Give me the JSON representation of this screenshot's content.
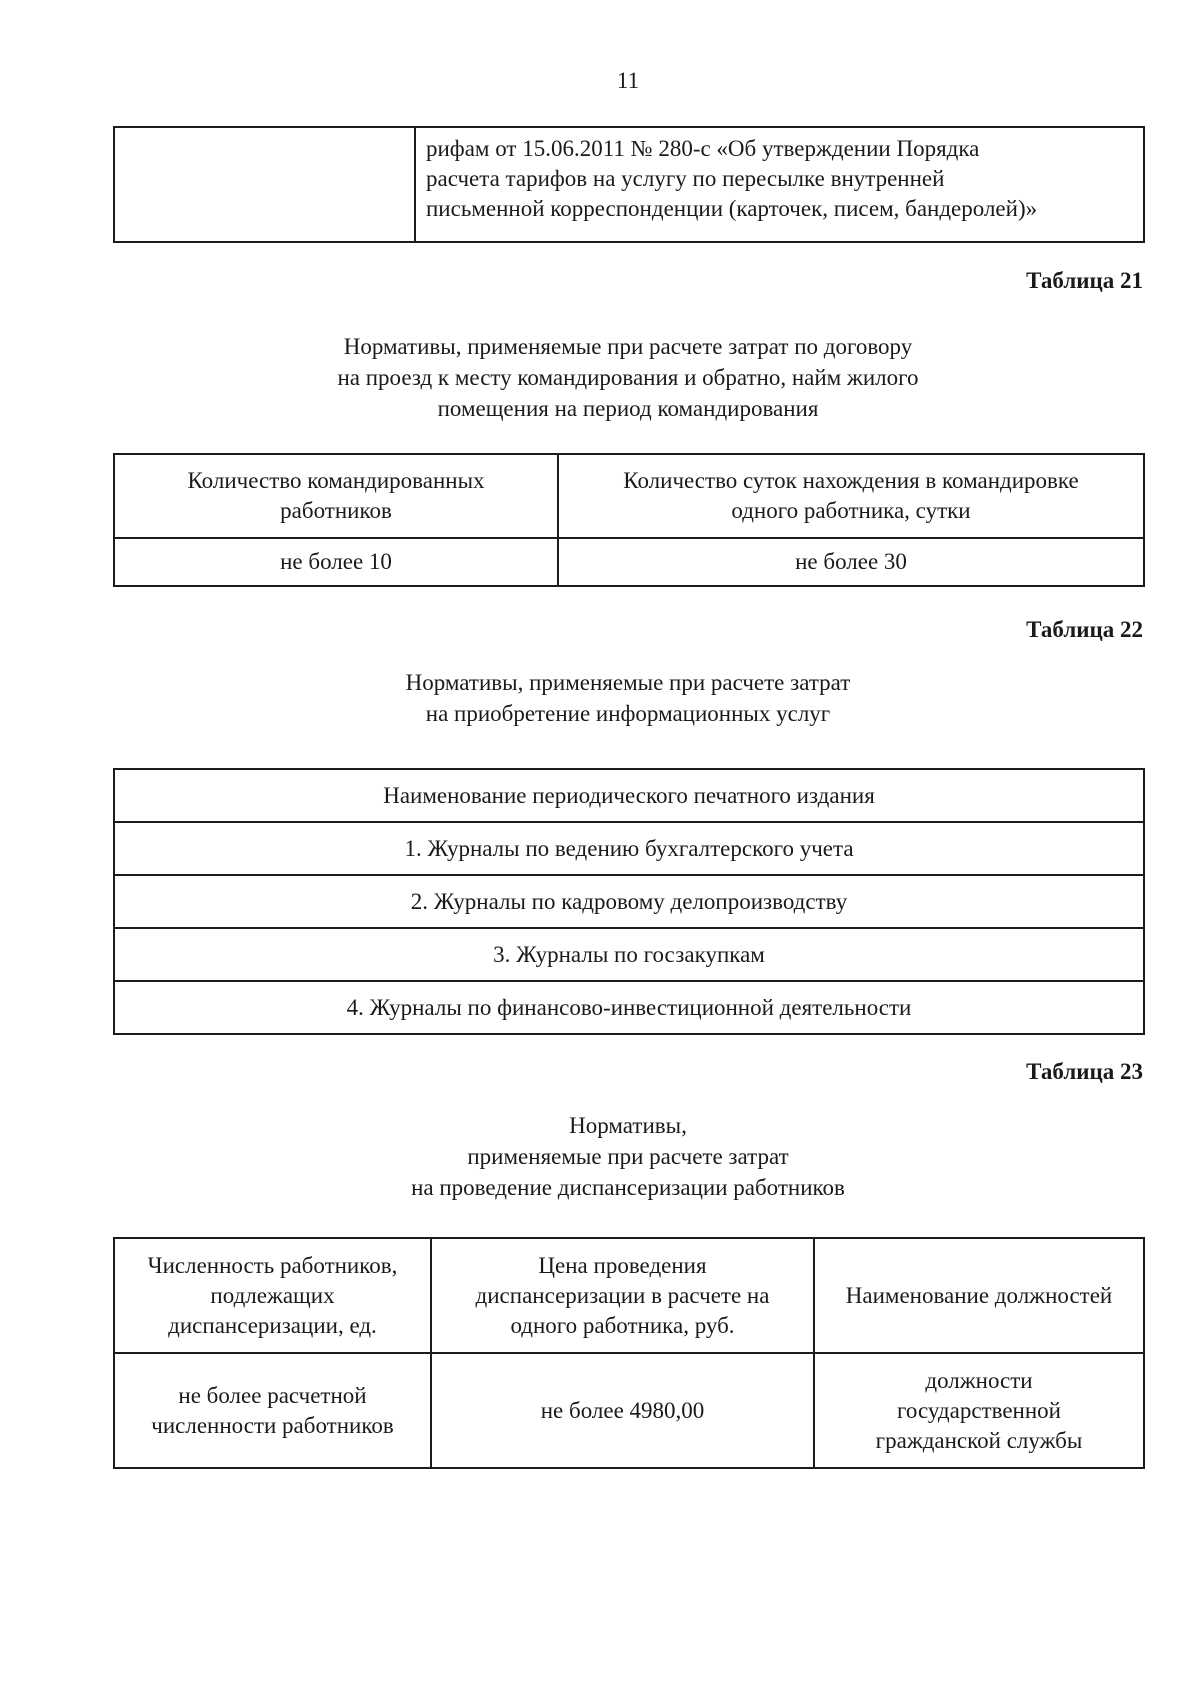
{
  "page_number": "11",
  "fragment_table": {
    "left_cell": "",
    "right_cell": "рифам от 15.06.2011 № 280-с «Об утверждении Порядка\nрасчета тарифов на услугу по пересылке внутренней\nписьменной корреспонденции (карточек, писем, бандеролей)»"
  },
  "table21": {
    "caption": "Таблица 21",
    "title": "Нормативы, применяемые при расчете затрат по договору\nна проезд к месту командирования и обратно, найм жилого\nпомещения на период командирования",
    "headers": [
      "Количество командированных\nработников",
      "Количество суток нахождения в командировке\nодного работника, сутки"
    ],
    "row": [
      "не более 10",
      "не более 30"
    ]
  },
  "table22": {
    "caption": "Таблица 22",
    "title": "Нормативы, применяемые при расчете затрат\nна приобретение информационных услуг",
    "header": "Наименование периодического печатного издания",
    "rows": [
      "1. Журналы по ведению бухгалтерского учета",
      "2. Журналы по кадровому делопроизводству",
      "3. Журналы по госзакупкам",
      "4. Журналы по финансово-инвестиционной деятельности"
    ]
  },
  "table23": {
    "caption": "Таблица 23",
    "title": "Нормативы,\nприменяемые при расчете затрат\nна проведение диспансеризации работников",
    "headers": [
      "Численность работников,\nподлежащих\nдиспансеризации, ед.",
      "Цена проведения\nдиспансеризации в расчете на\nодного работника, руб.",
      "Наименование должностей"
    ],
    "row": [
      "не более расчетной\nчисленности работников",
      "не более 4980,00",
      "должности\nгосударственной\nгражданской службы"
    ]
  },
  "colors": {
    "background": "#ffffff",
    "text": "#1a1a1a",
    "border": "#1c1c1c"
  }
}
